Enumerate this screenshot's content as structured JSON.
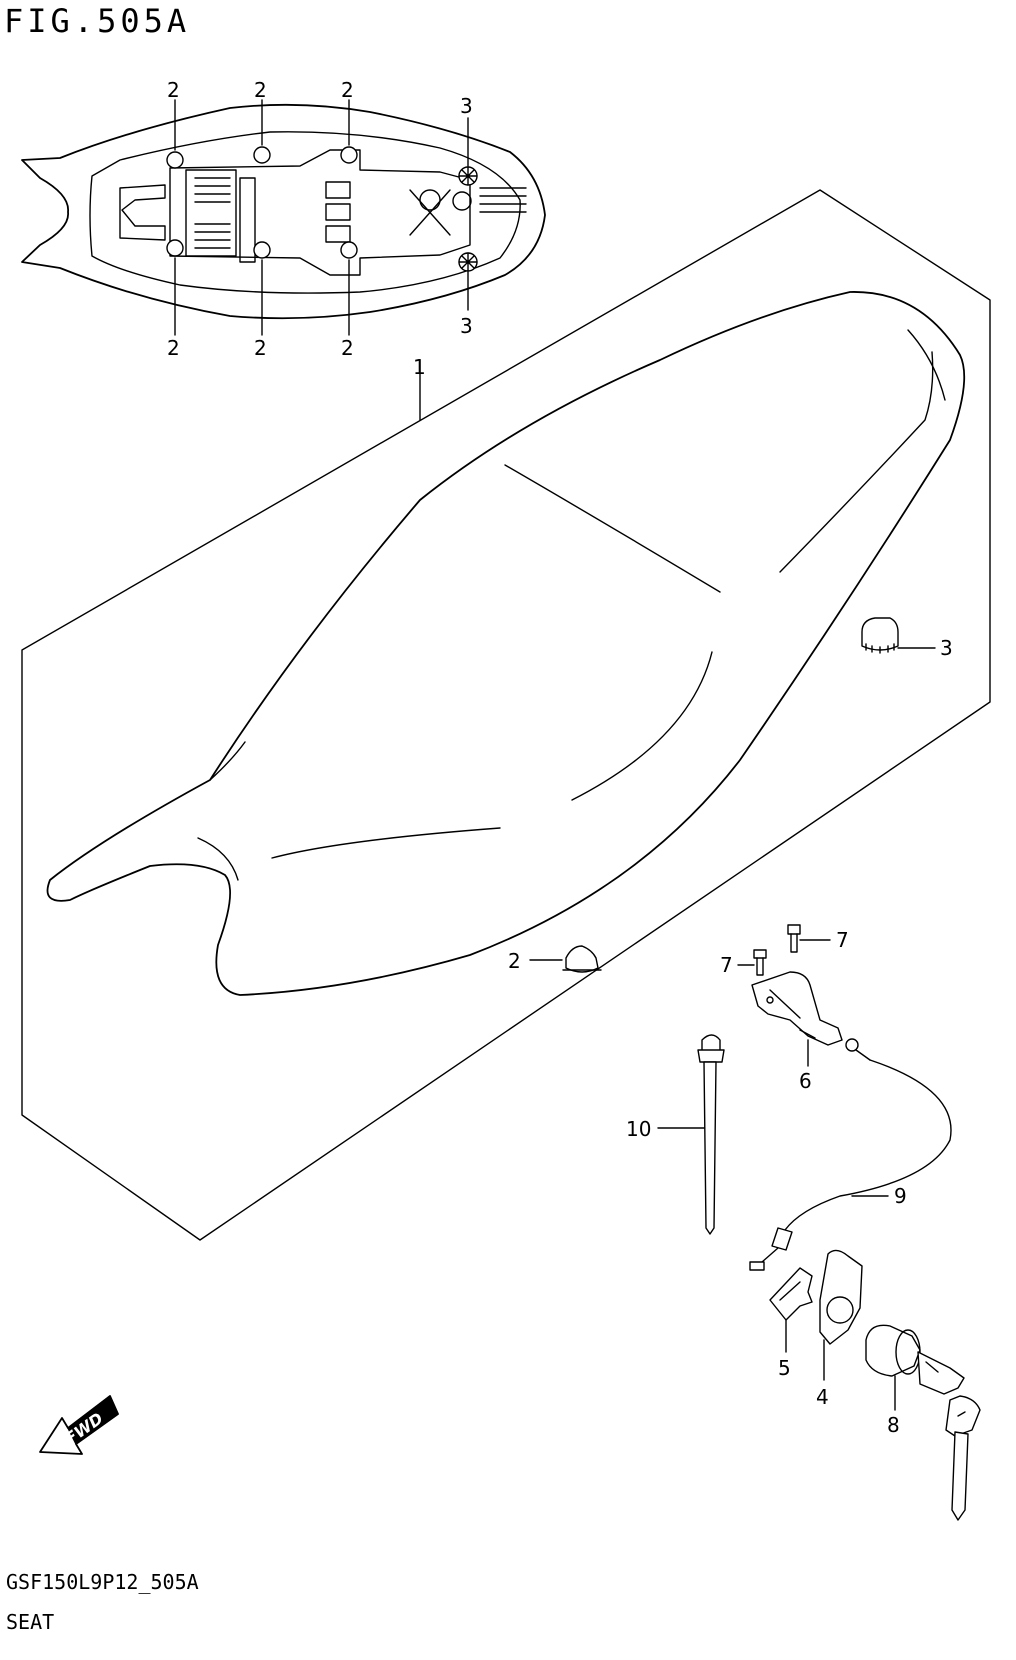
{
  "figure": {
    "title": "FIG.505A",
    "code": "GSF150L9P12_505A",
    "name": "SEAT"
  },
  "callouts": {
    "top_2a": "2",
    "top_2b": "2",
    "top_2c": "2",
    "top_3a": "3",
    "bottom_2a": "2",
    "bottom_2b": "2",
    "bottom_2c": "2",
    "bottom_3a": "3",
    "seat": "1",
    "cushion_3": "3",
    "cushion_2": "2",
    "bolt_7a": "7",
    "bolt_7b": "7",
    "bracket_6": "6",
    "cable_9": "9",
    "tie_10": "10",
    "cover_5": "5",
    "plate_4": "4",
    "lock_8": "8"
  },
  "fwd_marker": {
    "label": "FWD"
  }
}
